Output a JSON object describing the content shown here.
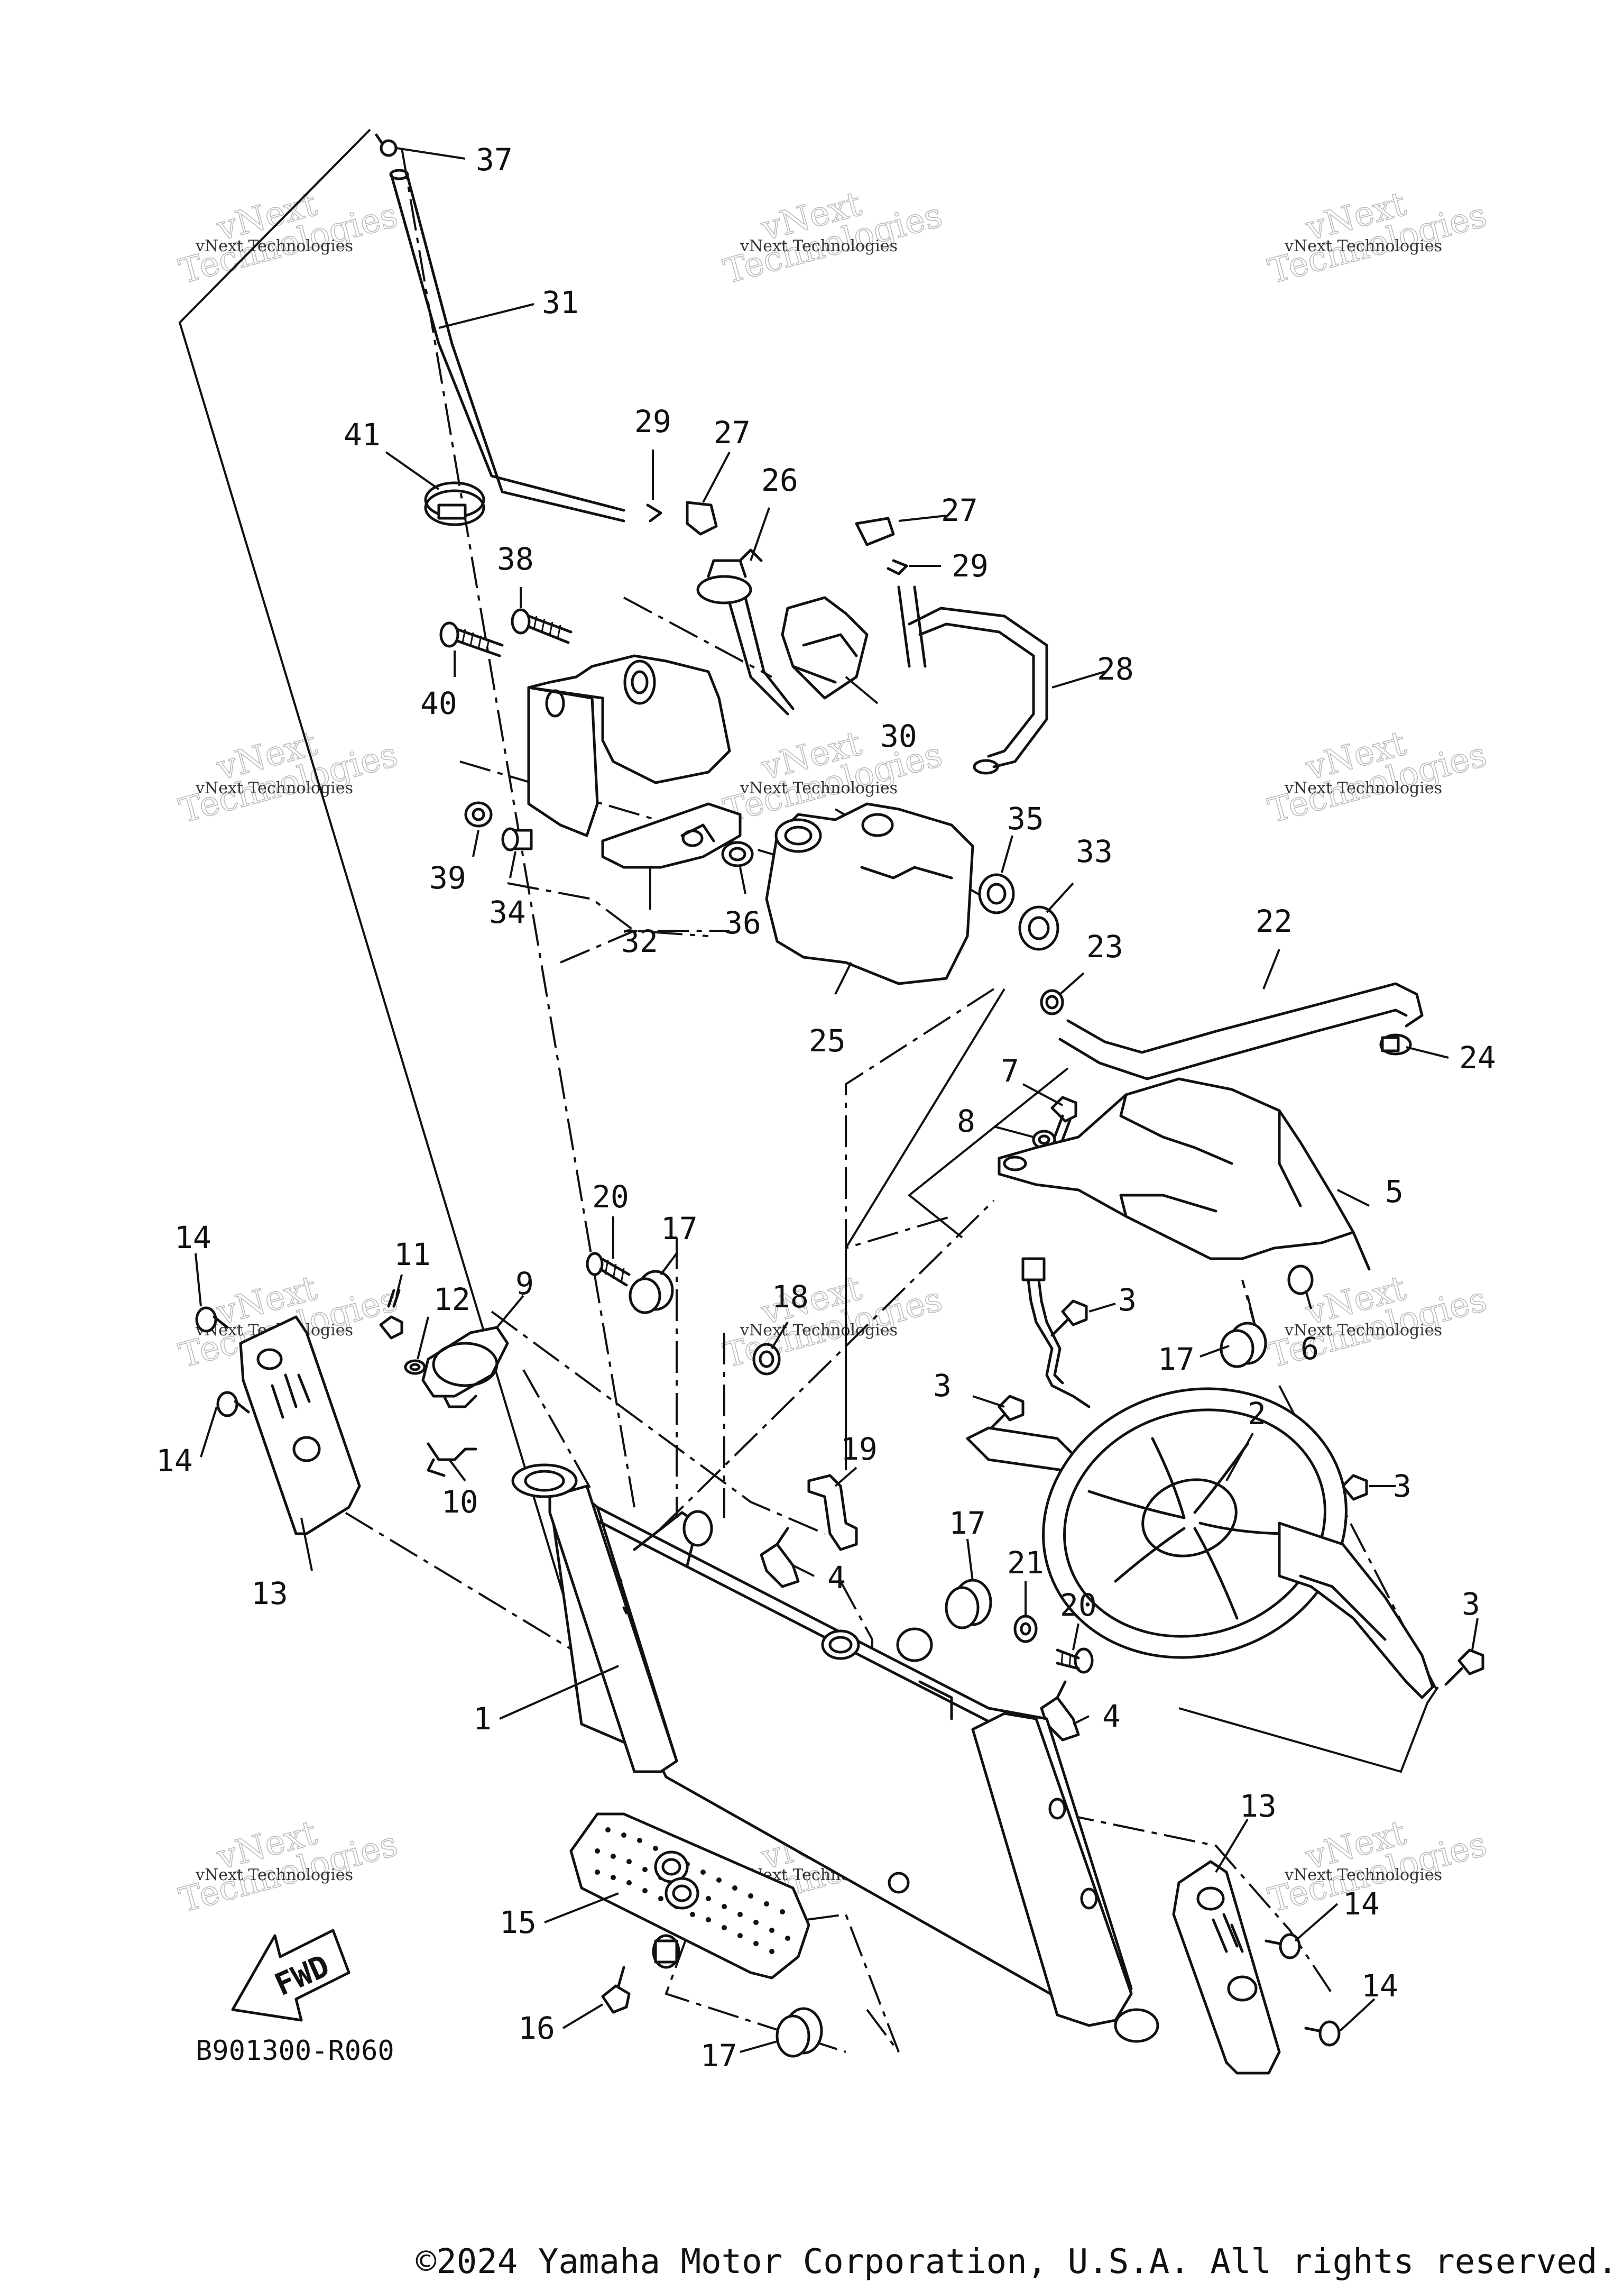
{
  "diagram": {
    "code": "B901300-R060",
    "fwd_label": "FWD",
    "watermark_text": "vNext Technologies",
    "watermark_big": "vNext\nTechnologies",
    "callouts": [
      {
        "num": "37"
      },
      {
        "num": "31"
      },
      {
        "num": "41"
      },
      {
        "num": "29"
      },
      {
        "num": "27"
      },
      {
        "num": "26"
      },
      {
        "num": "27"
      },
      {
        "num": "29"
      },
      {
        "num": "38"
      },
      {
        "num": "28"
      },
      {
        "num": "40"
      },
      {
        "num": "30"
      },
      {
        "num": "35"
      },
      {
        "num": "33"
      },
      {
        "num": "39"
      },
      {
        "num": "34"
      },
      {
        "num": "32"
      },
      {
        "num": "36"
      },
      {
        "num": "22"
      },
      {
        "num": "25"
      },
      {
        "num": "23"
      },
      {
        "num": "24"
      },
      {
        "num": "7"
      },
      {
        "num": "8"
      },
      {
        "num": "5"
      },
      {
        "num": "20"
      },
      {
        "num": "17"
      },
      {
        "num": "14"
      },
      {
        "num": "11"
      },
      {
        "num": "12"
      },
      {
        "num": "9"
      },
      {
        "num": "18"
      },
      {
        "num": "3"
      },
      {
        "num": "6"
      },
      {
        "num": "17"
      },
      {
        "num": "14"
      },
      {
        "num": "3"
      },
      {
        "num": "2"
      },
      {
        "num": "10"
      },
      {
        "num": "19"
      },
      {
        "num": "3"
      },
      {
        "num": "13"
      },
      {
        "num": "4"
      },
      {
        "num": "17"
      },
      {
        "num": "21"
      },
      {
        "num": "20"
      },
      {
        "num": "3"
      },
      {
        "num": "1"
      },
      {
        "num": "4"
      },
      {
        "num": "13"
      },
      {
        "num": "15"
      },
      {
        "num": "14"
      },
      {
        "num": "14"
      },
      {
        "num": "16"
      },
      {
        "num": "17"
      }
    ]
  },
  "footer": {
    "copyright": "©2024 Yamaha Motor Corporation, U.S.A. All rights reserved."
  }
}
